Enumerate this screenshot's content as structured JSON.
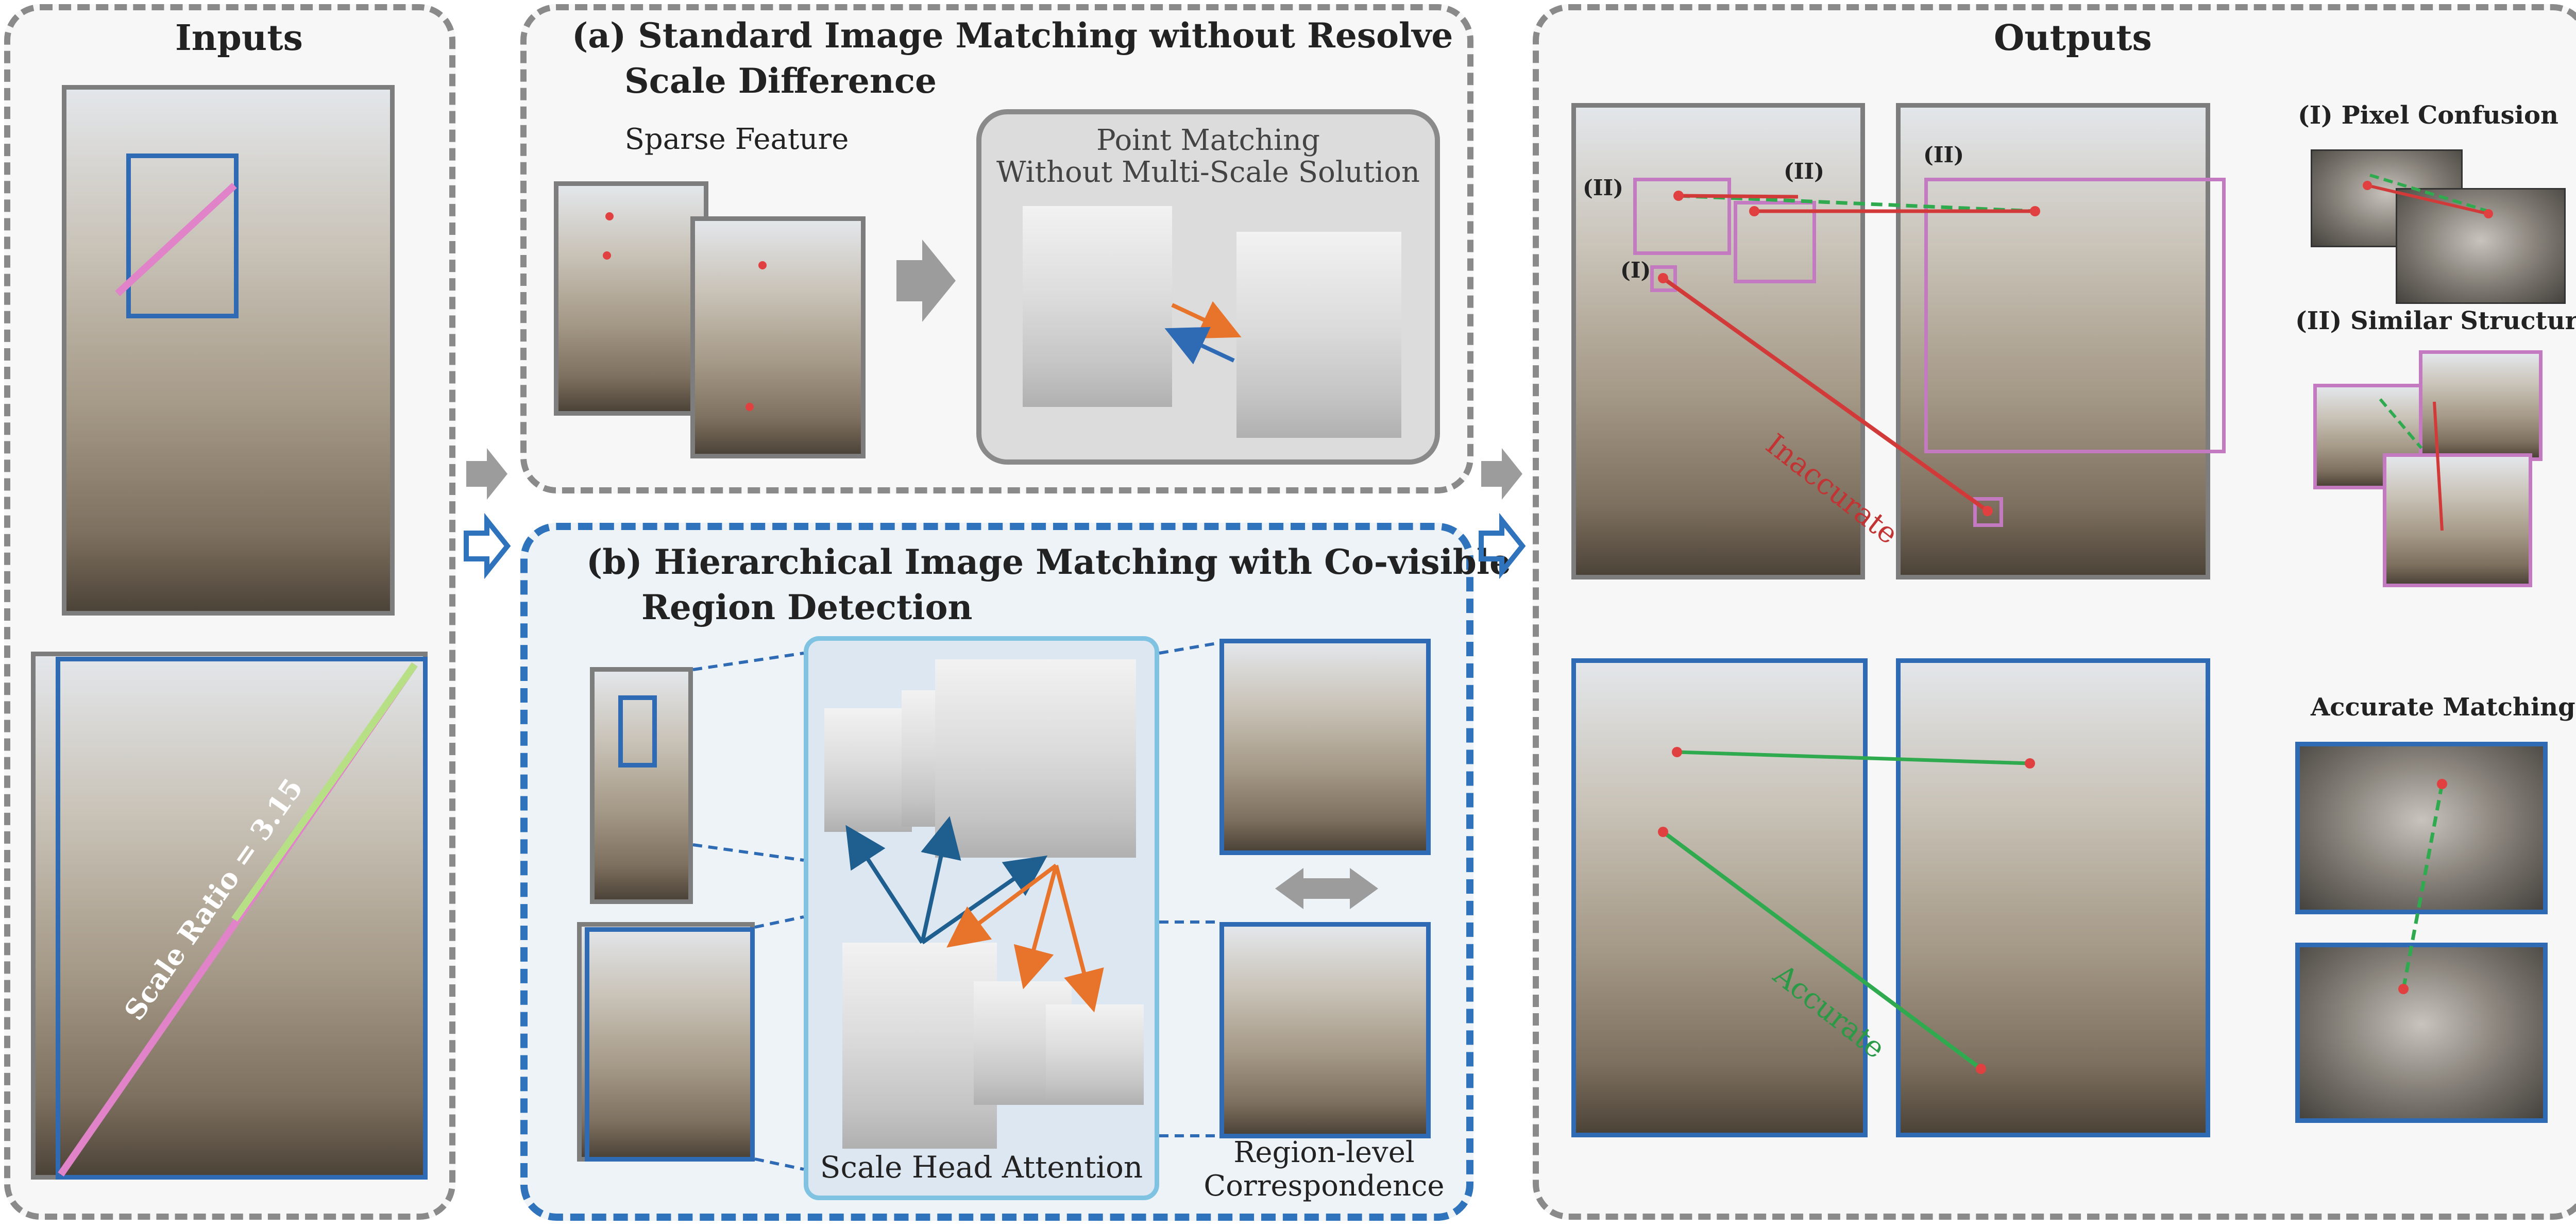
{
  "inputs": {
    "title": "Inputs",
    "scale_ratio": "Scale Ratio = 3.15"
  },
  "panel_a": {
    "title_line1": "(a) Standard Image Matching without Resolve",
    "title_line2": "Scale Difference",
    "sparse_feature": "Sparse Feature",
    "point_matching_line1": "Point Matching",
    "point_matching_line2": "Without Multi-Scale Solution"
  },
  "panel_b": {
    "title_line1": "(b) Hierarchical Image Matching with Co-visible",
    "title_line2": "Region Detection",
    "scale_head_attention": "Scale Head Attention",
    "region_level_line1": "Region-level",
    "region_level_line2": "Correspondence"
  },
  "outputs": {
    "title": "Outputs",
    "pixel_confusion": "(I) Pixel Confusion",
    "similar_structure": "(II) Similar Structure",
    "accurate_matching": "Accurate Matching",
    "tag_ii_left": "(II)",
    "tag_ii_mid": "(II)",
    "tag_ii_right": "(II)",
    "tag_i": "(I)",
    "inaccurate": "Inaccurate",
    "accurate": "Accurate"
  },
  "colors": {
    "blue_frame": "#2f6bb5",
    "gray_frame": "#7d7d7d",
    "pink_box": "#c47ac0",
    "match_green": "#2faa4f",
    "match_red": "#d23a3a",
    "arrow_orange": "#e8732a",
    "arrow_navy": "#1f5f8f"
  }
}
